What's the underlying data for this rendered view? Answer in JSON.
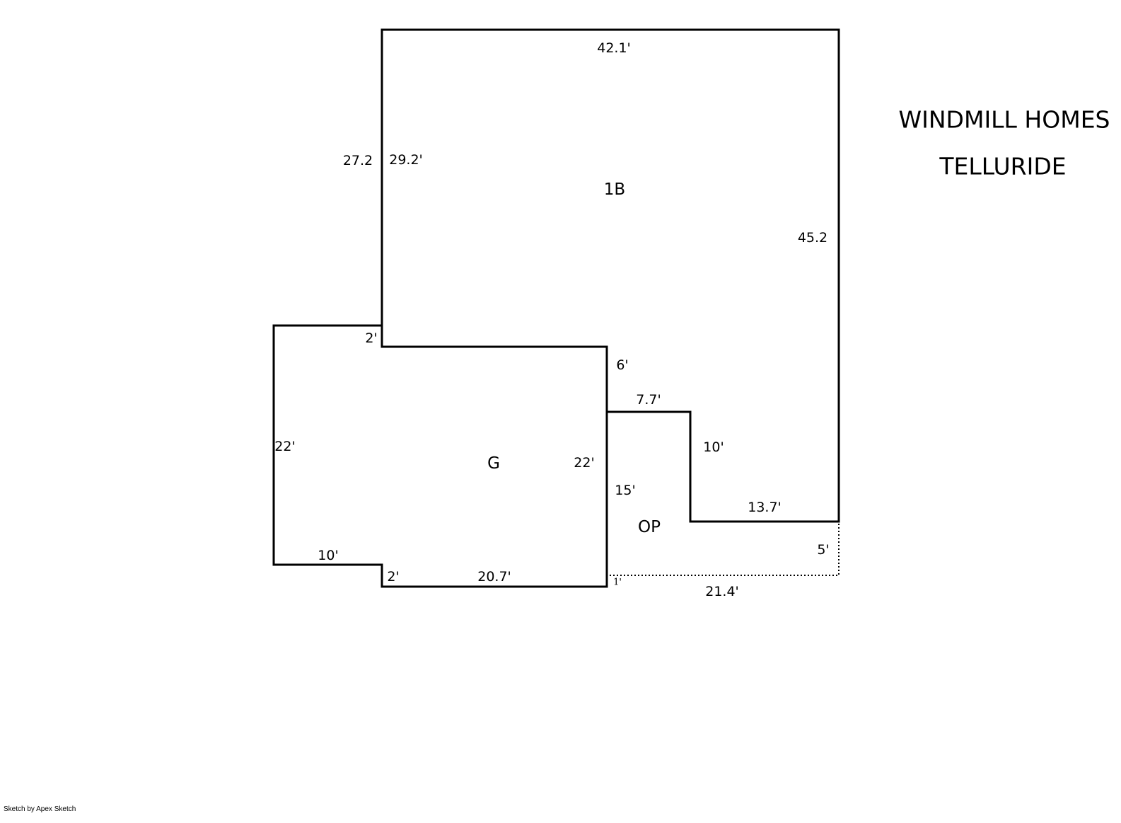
{
  "title": {
    "line1": "WINDMILL HOMES",
    "line2": "TELLURIDE"
  },
  "areas": {
    "first_floor": "1B",
    "garage": "G",
    "open_porch": "OP"
  },
  "dimensions": {
    "top": "42.1'",
    "left_outer": "27.2",
    "left_inner": "29.2'",
    "right": "45.2",
    "step_2_top": "2'",
    "step_6": "6'",
    "porch_top": "7.7'",
    "porch_10": "10'",
    "garage_left": "22'",
    "garage_right": "22'",
    "porch_15": "15'",
    "porch_right_top": "13.7'",
    "porch_5": "5'",
    "garage_10": "10'",
    "step_2_bottom": "2'",
    "garage_bottom": "20.7'",
    "one_ft": "1'",
    "porch_bottom": "21.4'"
  },
  "footer": "Sketch by Apex Sketch"
}
